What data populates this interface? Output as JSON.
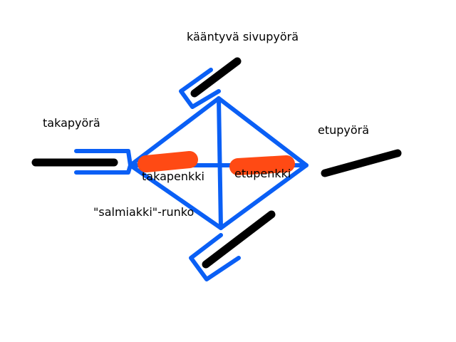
{
  "colors": {
    "frame": "#0a5ff5",
    "wheel": "#000000",
    "seat": "#ff4a14"
  },
  "labels": {
    "side_wheel": "kääntyvä sivupyörä",
    "rear_wheel": "takapyörä",
    "front_wheel": "etupyörä",
    "rear_seat": "takapenkki",
    "front_seat": "etupenkki",
    "frame": "\"salmiakki\"-runko"
  }
}
